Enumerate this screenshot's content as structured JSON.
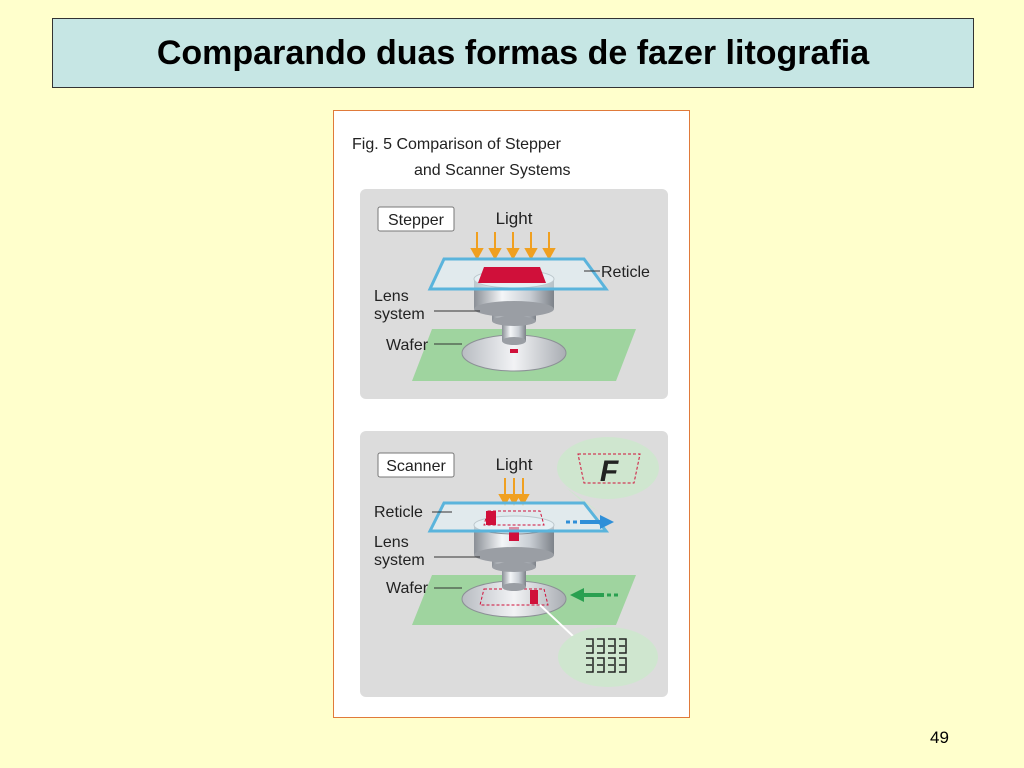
{
  "slide": {
    "title": "Comparando duas formas de fazer litografia",
    "page_number": "49"
  },
  "figure": {
    "caption_line1": "Fig. 5 Comparison of Stepper",
    "caption_line2": "and Scanner Systems",
    "stepper": {
      "tag": "Stepper",
      "light": "Light",
      "reticle": "Reticle",
      "lens_line1": "Lens",
      "lens_line2": "system",
      "wafer": "Wafer"
    },
    "scanner": {
      "tag": "Scanner",
      "light": "Light",
      "reticle": "Reticle",
      "lens_line1": "Lens",
      "lens_line2": "system",
      "wafer": "Wafer",
      "zoom_letter": "F"
    }
  },
  "colors": {
    "background": "#ffffcc",
    "title_box": "#c6e6e4",
    "panel": "#dcdcdc",
    "light_arrows": "#f0a020",
    "reticle": "#5ab4dc",
    "pattern": "#d0103a",
    "stage": "#9fd49f",
    "scan_arrow_blue": "#2f8fd8",
    "scan_arrow_green": "#2aa050"
  }
}
